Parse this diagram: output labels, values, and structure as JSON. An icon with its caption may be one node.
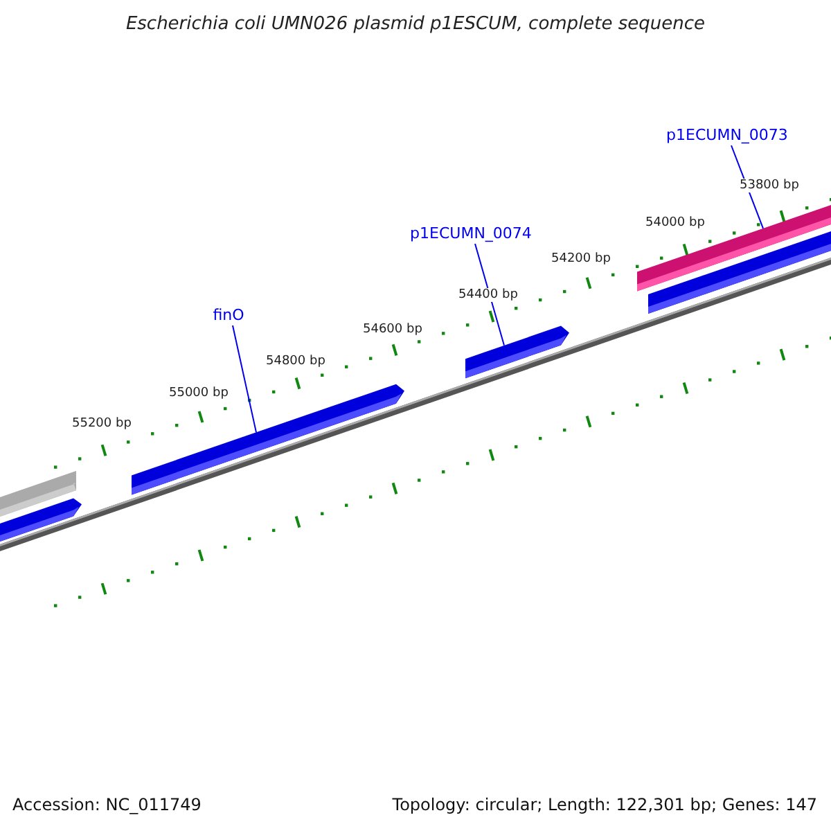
{
  "diagram": {
    "title": "Escherichia coli UMN026 plasmid p1ESCUM, complete sequence",
    "nodes": [
      {
        "text": [
          "finO"
        ]
      },
      {
        "text": [
          "p1ECUMN_0074"
        ]
      },
      {
        "text": [
          "p1ECUMN_0073"
        ]
      },
      {
        "text": [],
        "shape": "bar"
      },
      {
        "text": [],
        "shape": "bar"
      },
      {
        "text": [],
        "shape": "bar"
      },
      {
        "text": [],
        "shape": "bar"
      },
      {
        "text": [],
        "shape": "bar"
      },
      {
        "text": [],
        "shape": "bar"
      }
    ],
    "edges": [
      {
        "from": 0,
        "to": 5,
        "arrow": "none"
      },
      {
        "from": 1,
        "to": 6,
        "arrow": "none"
      },
      {
        "from": 2,
        "to": 7,
        "arrow": "none"
      }
    ],
    "labels": [
      "55200 bp",
      "55000 bp",
      "54800 bp",
      "54600 bp",
      "54400 bp",
      "54200 bp",
      "54000 bp",
      "53800 bp",
      "Accession: NC_011749",
      "Topology: circular; Length: 122,301 bp; Genes: 147"
    ]
  }
}
